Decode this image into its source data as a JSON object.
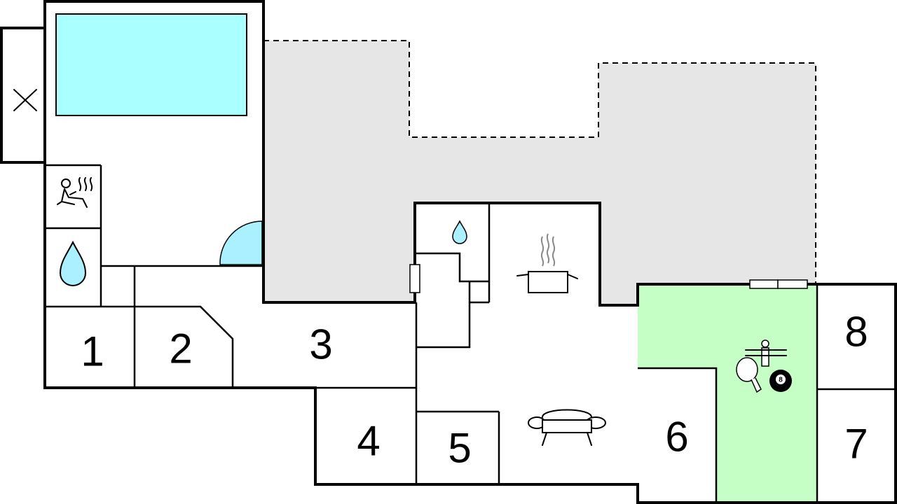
{
  "colors": {
    "pool": "#aaffff",
    "terrace": "#e6e6e6",
    "games_room": "#c6ffc6",
    "wall": "#000000",
    "water_drop": "#aaf0ff"
  },
  "rooms": [
    {
      "id": "1",
      "label": "1"
    },
    {
      "id": "2",
      "label": "2"
    },
    {
      "id": "3",
      "label": "3"
    },
    {
      "id": "4",
      "label": "4"
    },
    {
      "id": "5",
      "label": "5"
    },
    {
      "id": "6",
      "label": "6"
    },
    {
      "id": "7",
      "label": "7"
    },
    {
      "id": "8",
      "label": "8"
    }
  ],
  "icons": {
    "sauna": "sauna-icon",
    "shower": "water-drop-icon",
    "bathroom": "water-drop-icon",
    "kitchen": "cooking-pot-icon",
    "living": "sofa-icon",
    "games": [
      "table-football-icon",
      "table-tennis-icon",
      "billiard-ball-icon"
    ],
    "outside": "x-mark-icon"
  },
  "billiard_ball_label": "8"
}
